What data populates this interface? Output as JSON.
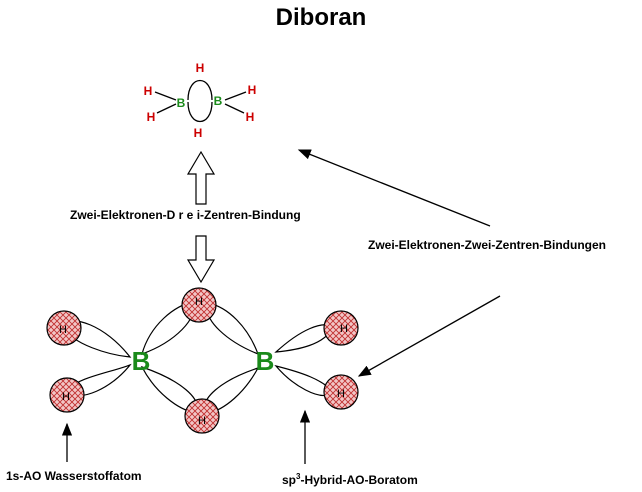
{
  "title": "Diboran",
  "labels": {
    "three_center_bond": "Zwei-Elektronen-D r e i-Zentren-Bindung",
    "two_center_bonds": "Zwei-Elektronen-Zwei-Zentren-Bindungen",
    "s_orbital": "1s-AO Wasserstoffatom",
    "sp3_prefix": "sp",
    "sp3_superscript": "3",
    "sp3_suffix": "-Hybrid-AO-Boratom"
  },
  "atoms": {
    "boron": "B",
    "hydrogen": "H"
  },
  "colors": {
    "boron": "#1a8a1a",
    "hydrogen_small": "#cc0000",
    "orbital_fill": "#f2c6c6",
    "orbital_hatch": "#c03030",
    "line": "#000000"
  }
}
